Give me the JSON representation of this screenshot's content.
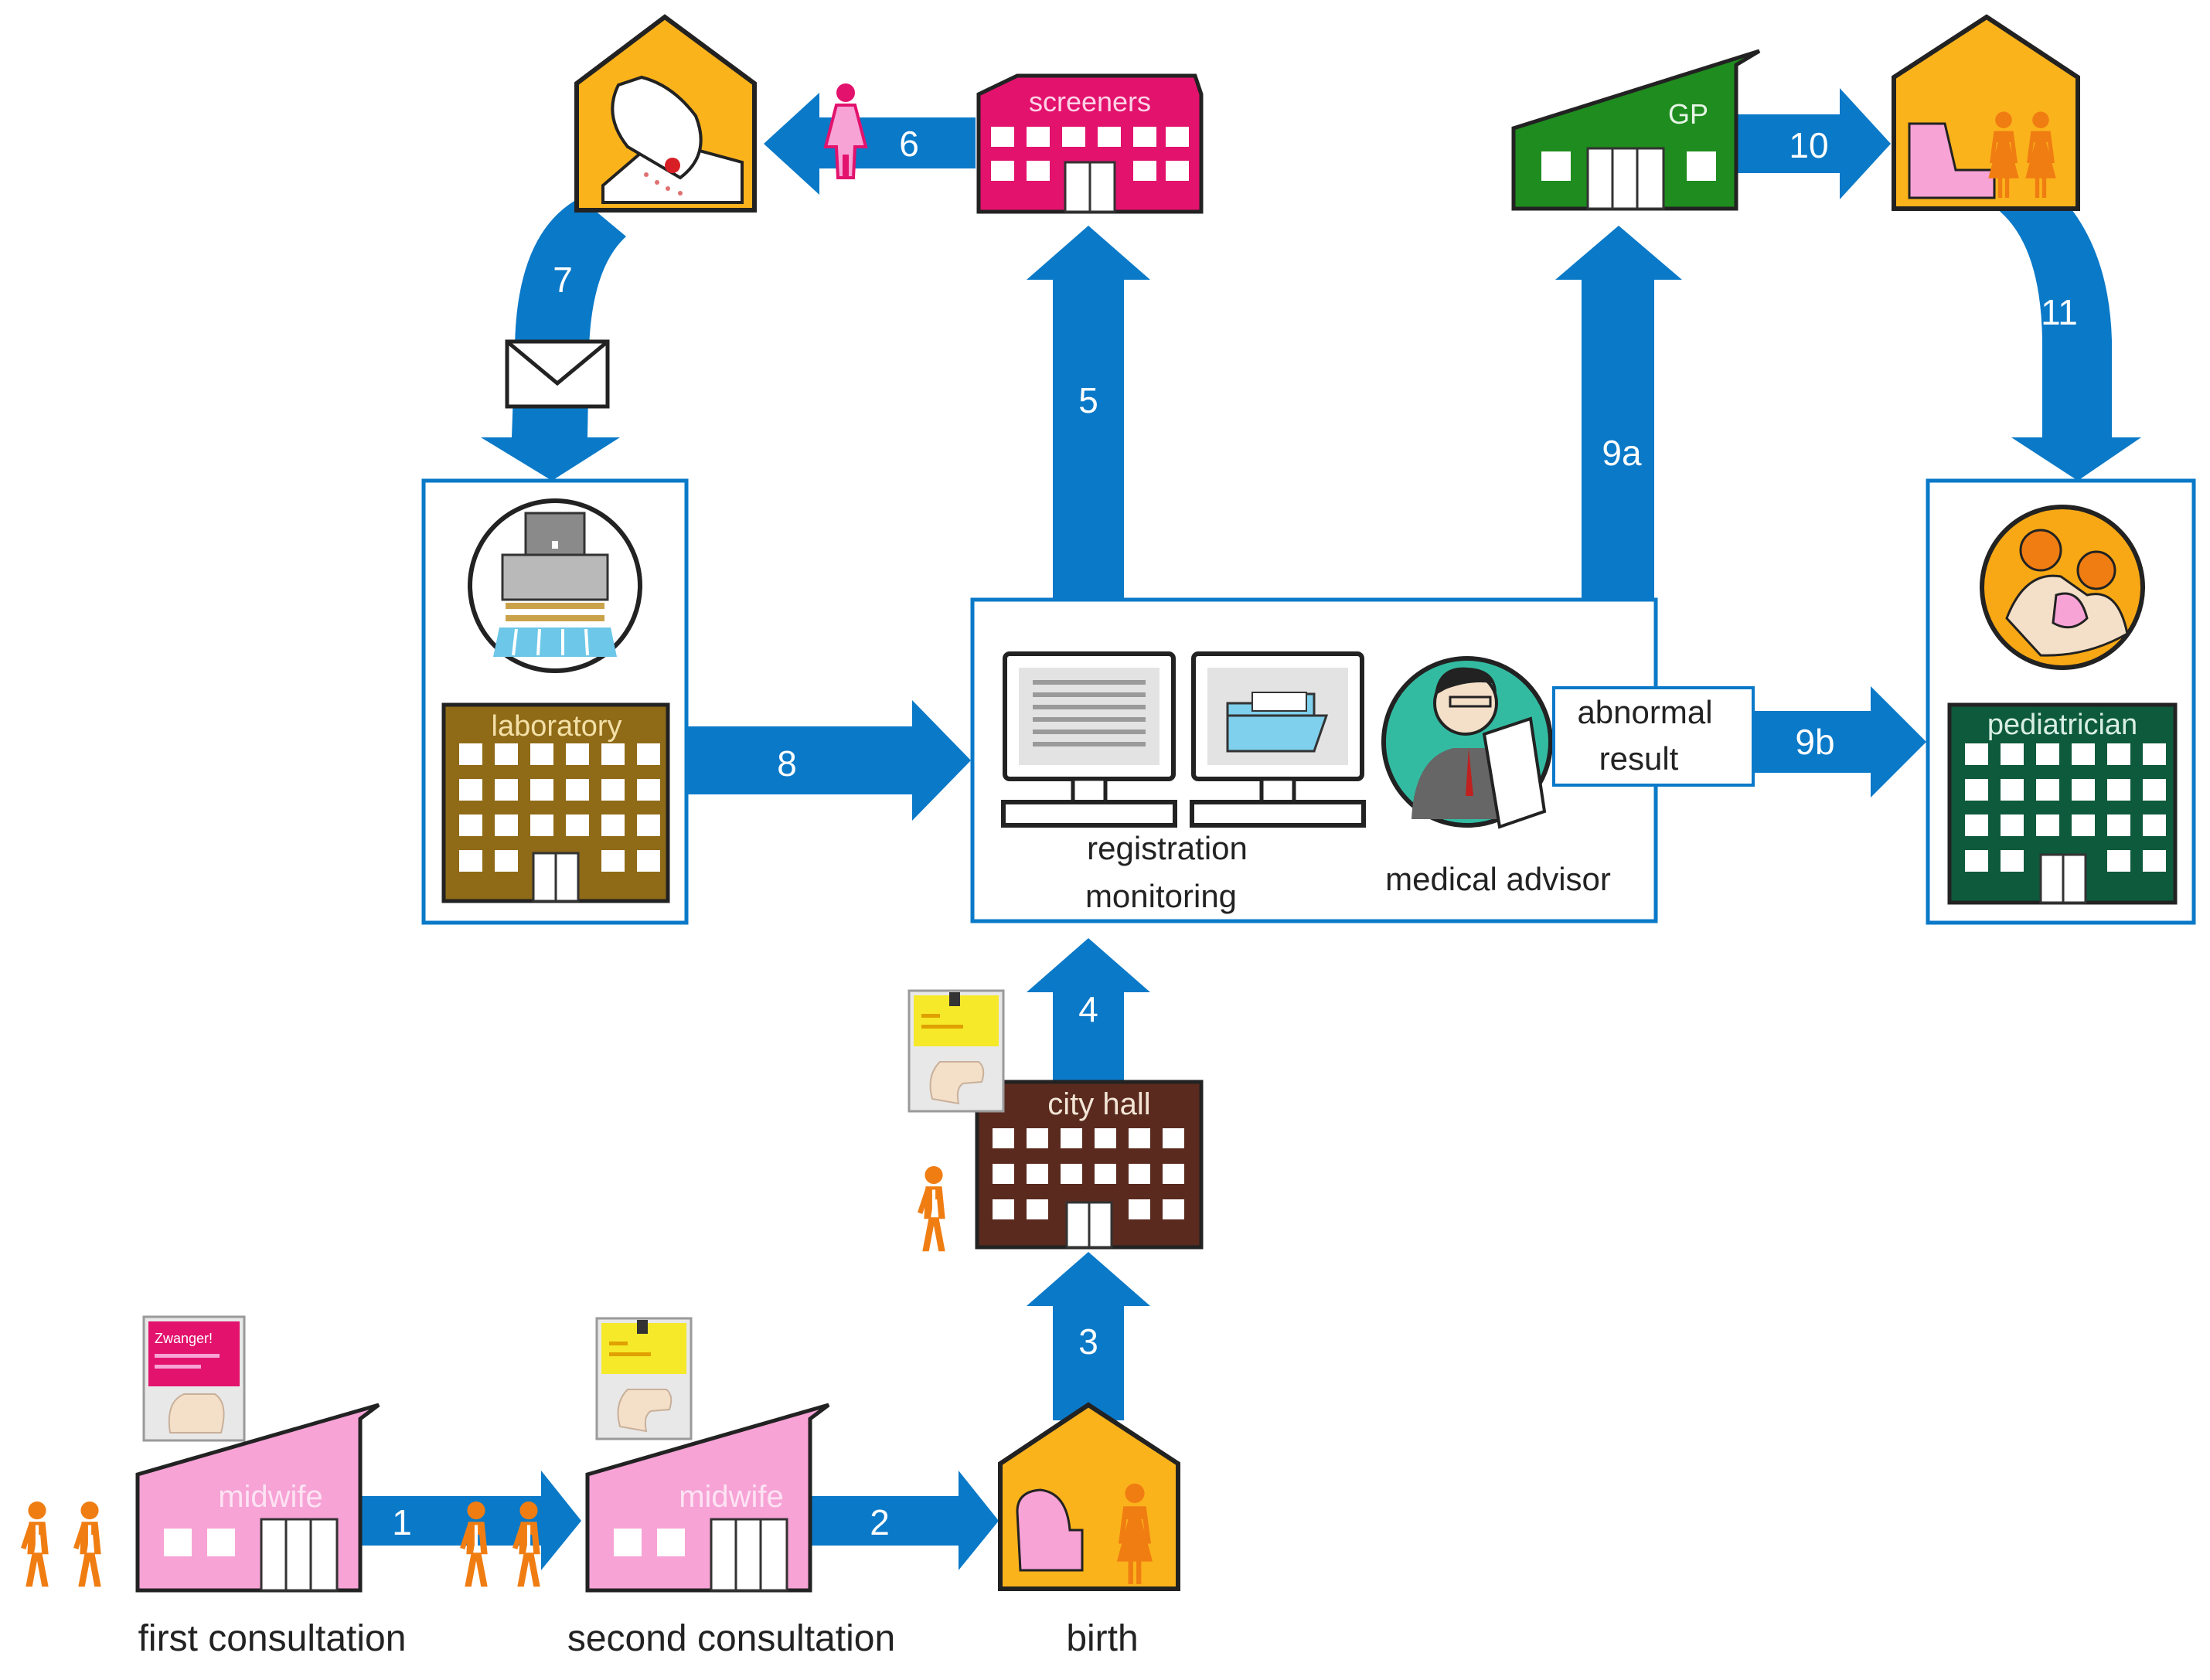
{
  "colors": {
    "arrow": "#0a79c8",
    "box_border": "#0a79c8",
    "orange": "#f07d12",
    "house_yellow": "#fbb31c",
    "midwife_pink": "#f7a3d6",
    "screeners_magenta": "#e2126d",
    "gp_green": "#1e8c1e",
    "lab_brown": "#8f6a17",
    "cityhall_brown": "#5a2a1e",
    "pediatrician_green": "#0e5a3c"
  },
  "arrow_numbers": {
    "a1": "1",
    "a2": "2",
    "a3": "3",
    "a4": "4",
    "a5": "5",
    "a6": "6",
    "a7": "7",
    "a8": "8",
    "a9a": "9a",
    "a9b": "9b",
    "a10": "10",
    "a11": "11"
  },
  "buildings": {
    "midwife_1": "midwife",
    "midwife_2": "midwife",
    "city_hall": "city hall",
    "screeners": "screeners",
    "gp": "GP",
    "laboratory": "laboratory",
    "pediatrician": "pediatrician"
  },
  "captions": {
    "first_consultation": "first consultation",
    "second_consultation": "second consultation",
    "birth": "birth",
    "registration": "registration",
    "monitoring": "monitoring",
    "medical_advisor": "medical advisor",
    "abnormal": "abnormal",
    "result": "result"
  },
  "leaflet": {
    "title": "Zwanger!"
  },
  "icons": [
    "person-icon",
    "pregnant-person-icon",
    "leaflet-icon",
    "envelope-icon",
    "heel-prick-icon",
    "lab-machine-icon",
    "computer-monitor-icon",
    "folder-icon",
    "doctor-icon",
    "family-icon",
    "crib-icon"
  ]
}
